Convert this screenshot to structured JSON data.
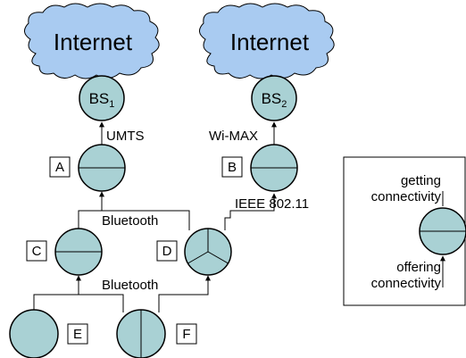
{
  "clouds": [
    {
      "label": "Internet"
    },
    {
      "label": "Internet"
    }
  ],
  "base_stations": [
    {
      "prefix": "BS",
      "index": "1"
    },
    {
      "prefix": "BS",
      "index": "2"
    }
  ],
  "links": {
    "a_to_bs1": "UMTS",
    "b_to_bs2": "Wi-MAX",
    "d_to_b": "IEEE 802.11",
    "cd_to_a": "Bluetooth",
    "ef_to_cd": "Bluetooth"
  },
  "nodes": {
    "a": "A",
    "b": "B",
    "c": "C",
    "d": "D",
    "e": "E",
    "f": "F"
  },
  "legend": {
    "top_line1": "getting",
    "top_line2": "connectivity",
    "bottom_line1": "offering",
    "bottom_line2": "connectivity"
  }
}
